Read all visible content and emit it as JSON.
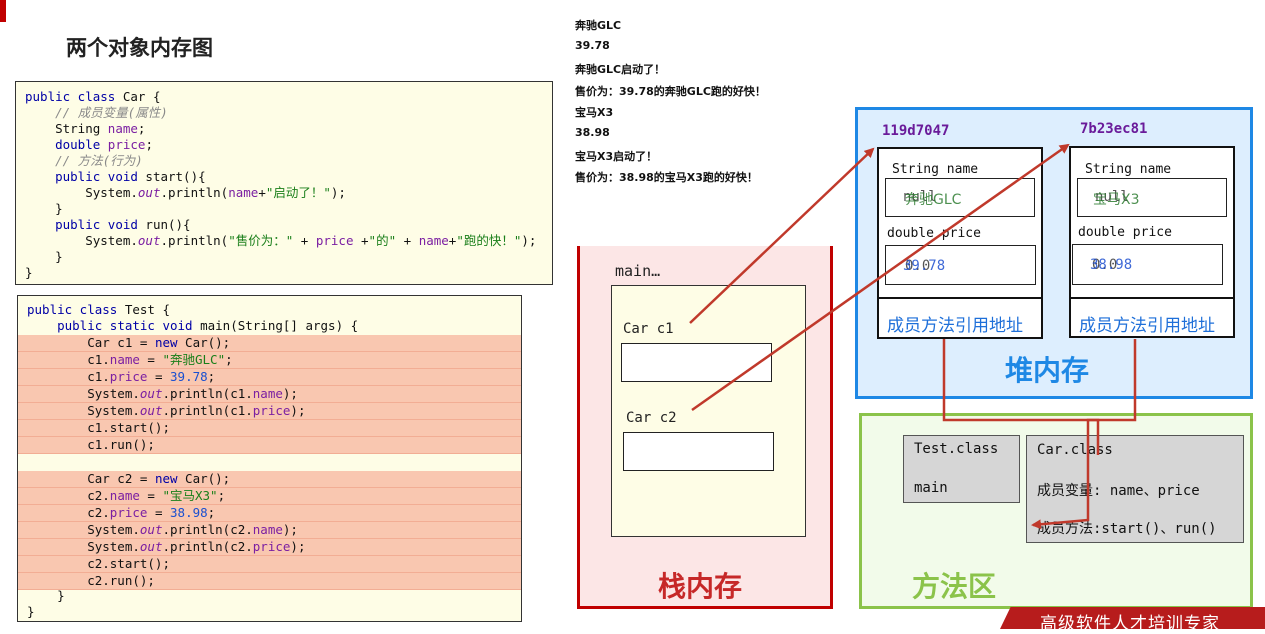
{
  "page_title": "两个对象内存图",
  "car_code": [
    "public class Car {",
    "    // 成员变量(属性)",
    "    String name;",
    "    double price;",
    "    // 方法(行为)",
    "    public void start(){",
    "        System.out.println(name+\"启动了！\");",
    "    }",
    "    public void run(){",
    "        System.out.println(\"售价为：\" + price +\"的\" + name+\"跑的快！\");",
    "    }",
    "}"
  ],
  "test_code": [
    "public class Test {",
    "    public static void main(String[] args) {",
    "        Car c1 = new Car();",
    "        c1.name = \"奔驰GLC\";",
    "        c1.price = 39.78;",
    "        System.out.println(c1.name);",
    "        System.out.println(c1.price);",
    "        c1.start();",
    "        c1.run();",
    "",
    "        Car c2 = new Car();",
    "        c2.name = \"宝马X3\";",
    "        c2.price = 38.98;",
    "        System.out.println(c2.name);",
    "        System.out.println(c2.price);",
    "        c2.start();",
    "        c2.run();",
    "    }",
    "}"
  ],
  "console_output": [
    "奔驰GLC",
    "39.78",
    "奔驰GLC启动了！",
    "售价为：39.78的奔驰GLC跑的好快！",
    "宝马X3",
    "38.98",
    "宝马X3启动了！",
    "售价为：38.98的宝马X3跑的好快！"
  ],
  "stack": {
    "title": "栈内存",
    "frame_label": "main…",
    "var1": "Car  c1",
    "var2": "Car  c2"
  },
  "heap": {
    "title": "堆内存",
    "obj1": {
      "address": "119d7047",
      "name_label": "String name",
      "name_value_old": "null",
      "name_value": "奔驰GLC",
      "price_label": "double price",
      "price_value_old": "0.0",
      "price_value": "39.78",
      "method_ref": "成员方法引用地址"
    },
    "obj2": {
      "address": "7b23ec81",
      "name_label": "String name",
      "name_value_old": "null",
      "name_value": "宝马X3",
      "price_label": "double price",
      "price_value_old": "0.0",
      "price_value": "38.98",
      "method_ref": "成员方法引用地址"
    }
  },
  "method_area": {
    "title": "方法区",
    "test_class": "Test.class",
    "test_main": "main",
    "car_class": "Car.class",
    "car_fields": "成员变量: name、price",
    "car_methods": "成员方法:start()、run()"
  },
  "footer": "高级软件人才培训专家",
  "colors": {
    "arrow": "#c0392b",
    "heap_border": "#1e88e5",
    "method_border": "#8bc34a",
    "stack_border": "#c00000",
    "code_highlight": "#f9c7b0"
  }
}
